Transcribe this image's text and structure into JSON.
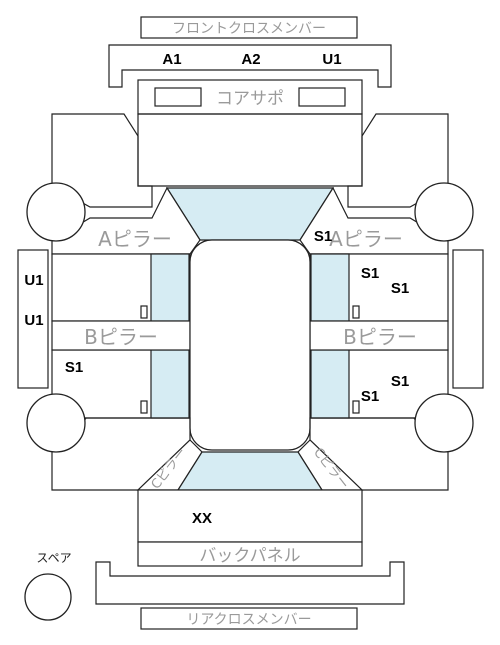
{
  "labels": {
    "front_cross_member": "フロントクロスメンバー",
    "core_support": "コアサポ",
    "a_pillar_left": "Aピラー",
    "a_pillar_right": "Aピラー",
    "b_pillar_left": "Bピラー",
    "b_pillar_right": "Bピラー",
    "c_pillar_left": "Cピラー",
    "c_pillar_right": "Cピラー",
    "back_panel": "バックパネル",
    "spare": "スペア",
    "rear_cross_member": "リアクロスメンバー"
  },
  "codes": {
    "front_a1": "A1",
    "front_a2": "A2",
    "front_u1": "U1",
    "a_pillar_right": "S1",
    "left_front_door_1": "U1",
    "left_front_door_2": "U1",
    "left_rear_door": "S1",
    "right_front_door_1": "S1",
    "right_front_door_2": "S1",
    "right_rear_door_1": "S1",
    "right_rear_door_2": "S1",
    "trunk": "XX"
  }
}
